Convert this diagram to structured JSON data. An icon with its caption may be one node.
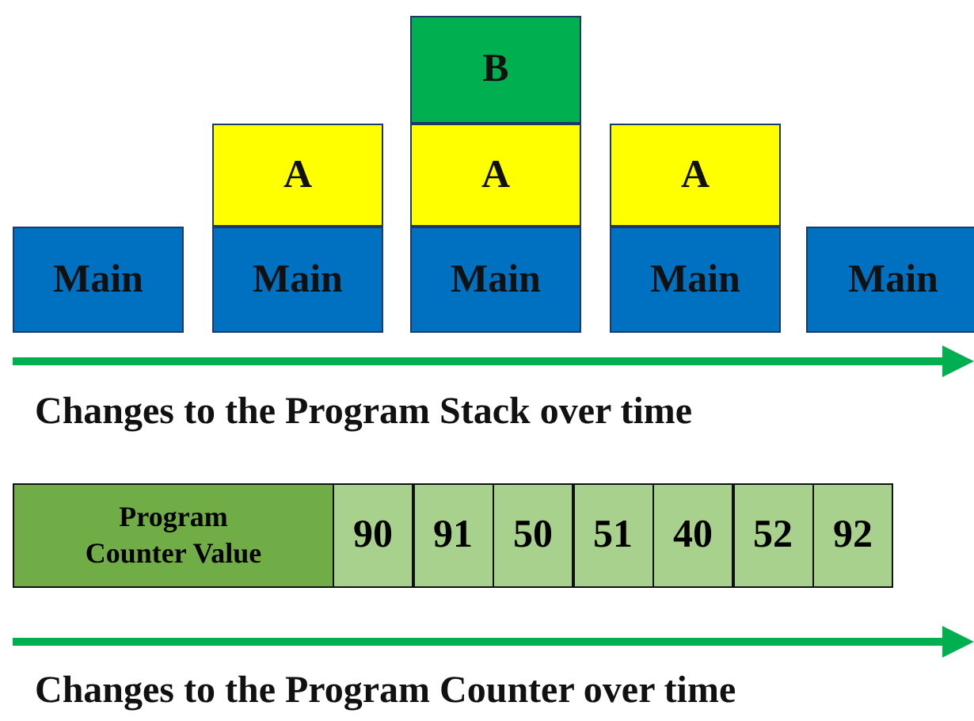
{
  "diagram": {
    "nodes": [
      {
        "text": [
          "B"
        ]
      },
      {
        "text": [
          "A"
        ]
      },
      {
        "text": [
          "A"
        ]
      },
      {
        "text": [
          "A"
        ]
      },
      {
        "text": [
          "Main"
        ]
      },
      {
        "text": [
          "Main"
        ]
      },
      {
        "text": [
          "Main"
        ]
      },
      {
        "text": [
          "Main"
        ]
      },
      {
        "text": [
          "Main"
        ]
      }
    ],
    "labels": [
      "Changes to the Program Stack over time",
      "Program Counter Value",
      "90",
      "91",
      "50",
      "51",
      "40",
      "52",
      "92",
      "Changes to the Program Counter over time"
    ]
  }
}
